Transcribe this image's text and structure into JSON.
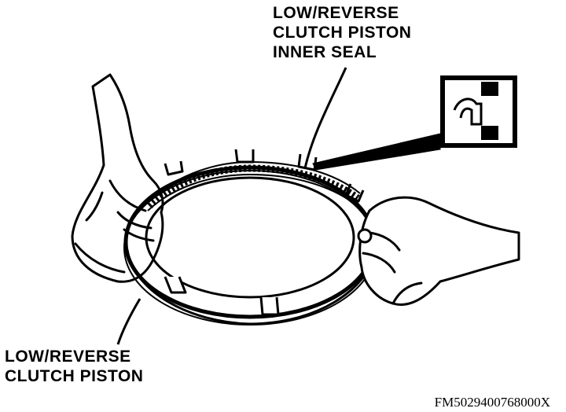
{
  "callouts": {
    "inner_seal": [
      "LOW/REVERSE",
      "CLUTCH PISTON",
      "INNER SEAL"
    ],
    "piston": [
      "LOW/REVERSE",
      "CLUTCH PISTON"
    ]
  },
  "figure_id": "FM5029400768000X",
  "colors": {
    "ink": "#000000",
    "paper": "#ffffff"
  }
}
